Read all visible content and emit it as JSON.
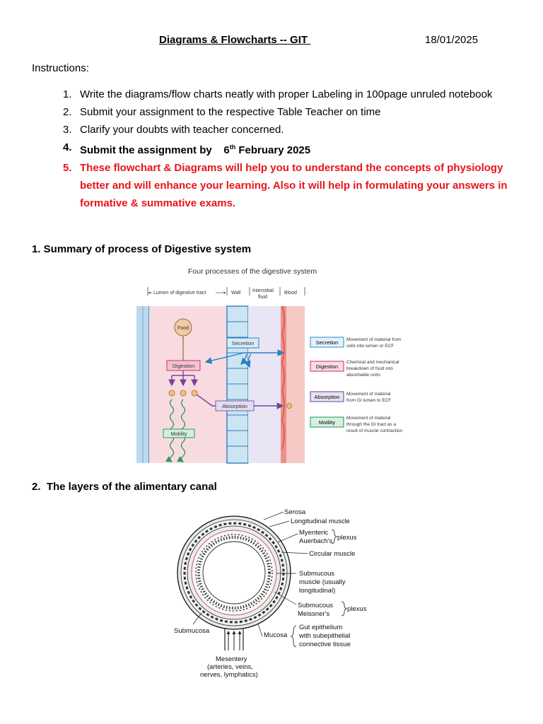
{
  "header": {
    "title": "Diagrams & Flowcharts -- GIT ",
    "date": "18/01/2025"
  },
  "instructions": {
    "heading": "Instructions:",
    "items": [
      {
        "num": "1.",
        "text": "Write the diagrams/flow charts  neatly with proper Labeling in 100page unruled notebook"
      },
      {
        "num": "2.",
        "text": "Submit  your assignment to the respective Table Teacher on time"
      },
      {
        "num": "3.",
        "text": "Clarify your doubts with teacher concerned."
      },
      {
        "num": "4.",
        "text_before": "Submit the assignment by    6",
        "sup": "th",
        "text_after": " February 2025"
      },
      {
        "num": "5.",
        "text": "These flowchart & Diagrams will help you to understand the concepts of physiology better and will enhance your learning. Also it will help in formulating your answers in formative & summative exams."
      }
    ]
  },
  "section1": {
    "heading": "1. Summary of process of Digestive system",
    "figure": {
      "title": "Four processes of the digestive system",
      "regions": {
        "lumen": "Lumen of digestive tract",
        "wall": "Wall",
        "interstitial_1": "Interstitial",
        "interstitial_2": "fluid",
        "blood": "Blood"
      },
      "labels": {
        "food": "Food",
        "secretion": "Secretion",
        "digestion": "Digestion",
        "absorption": "Absorption",
        "motility": "Motility"
      },
      "legend": [
        {
          "label": "Secretion",
          "lines": [
            "Movement of material from",
            "cells into lumen or ECF"
          ],
          "color": "#4a9fd0",
          "fill": "#e2f1fa"
        },
        {
          "label": "Digestion",
          "lines": [
            "Chemical and mechanical",
            "breakdown of food into",
            "absorbable units"
          ],
          "color": "#d94a74",
          "fill": "#f9dce5"
        },
        {
          "label": "Absorption",
          "lines": [
            "Movement of material",
            "from GI lumen to ECF"
          ],
          "color": "#7a5fa8",
          "fill": "#e7e1f1"
        },
        {
          "label": "Motility",
          "lines": [
            "Movement of material",
            "through the GI tract as a",
            "result of muscle contraction"
          ],
          "color": "#3aa66a",
          "fill": "#d8f0e1"
        }
      ]
    }
  },
  "section2": {
    "heading": "2.  The layers of the alimentary canal",
    "figure": {
      "labels": {
        "serosa": "Serosa",
        "longitudinal": "Longitudinal muscle",
        "myenteric": "Myenteric",
        "auerbach": "Auerbach's",
        "plexus1": "plexus",
        "circular": "Circular muscle",
        "submucous_muscle": [
          "Submucous",
          "muscle (usually",
          "longitudinal)"
        ],
        "submucous2": "Submucous",
        "meissner": "Meissner's",
        "plexus2": "plexus",
        "submucosa": "Submucosa",
        "mucosa": "Mucosa",
        "gut_epithelium": [
          "Gut epithelium",
          "with subepithelial",
          "connective tissue"
        ],
        "mesentery": "Mesentery",
        "mesentery_detail": [
          "(arteries, veins,",
          "nerves, lymphatics)"
        ]
      }
    }
  }
}
